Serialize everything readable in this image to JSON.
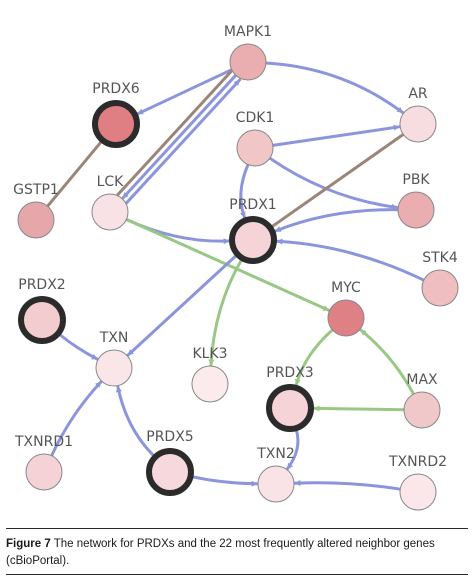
{
  "colors": {
    "interaction_edge": "#8b95dc",
    "expression_edge": "#98c884",
    "state_edge": "#9a8578",
    "query_node_ring": "#2b2b2b",
    "node_stroke": "#888888"
  },
  "nodes": [
    {
      "id": "MAPK1",
      "label": "MAPK1",
      "fill": "#eaaeb0",
      "query": false
    },
    {
      "id": "PRDX6",
      "label": "PRDX6",
      "fill": "#e07f83",
      "query": true
    },
    {
      "id": "AR",
      "label": "AR",
      "fill": "#f7dce0",
      "query": false
    },
    {
      "id": "CDK1",
      "label": "CDK1",
      "fill": "#f0c6c7",
      "query": false
    },
    {
      "id": "LCK",
      "label": "LCK",
      "fill": "#f9e2e5",
      "query": false
    },
    {
      "id": "GSTP1",
      "label": "GSTP1",
      "fill": "#e6a7aa",
      "query": false
    },
    {
      "id": "PBK",
      "label": "PBK",
      "fill": "#eaaeb1",
      "query": false
    },
    {
      "id": "PRDX1",
      "label": "PRDX1",
      "fill": "#f4d4d7",
      "query": true
    },
    {
      "id": "STK4",
      "label": "STK4",
      "fill": "#efbec1",
      "query": false
    },
    {
      "id": "PRDX2",
      "label": "PRDX2",
      "fill": "#f3ccd0",
      "query": true
    },
    {
      "id": "MYC",
      "label": "MYC",
      "fill": "#df8084",
      "query": false
    },
    {
      "id": "TXN",
      "label": "TXN",
      "fill": "#fae6e8",
      "query": false
    },
    {
      "id": "KLK3",
      "label": "KLK3",
      "fill": "#fbebed",
      "query": false
    },
    {
      "id": "PRDX3",
      "label": "PRDX3",
      "fill": "#f5d3d6",
      "query": true
    },
    {
      "id": "MAX",
      "label": "MAX",
      "fill": "#f1c8ca",
      "query": false
    },
    {
      "id": "TXNRD1",
      "label": "TXNRD1",
      "fill": "#f5d2d5",
      "query": false
    },
    {
      "id": "PRDX5",
      "label": "PRDX5",
      "fill": "#f7d8dc",
      "query": true
    },
    {
      "id": "TXN2",
      "label": "TXN2",
      "fill": "#fae3e6",
      "query": false
    },
    {
      "id": "TXNRD2",
      "label": "TXNRD2",
      "fill": "#fbe6e9",
      "query": false
    }
  ],
  "edges": [
    {
      "from": "MAPK1",
      "to": "PRDX6",
      "kind": "interaction"
    },
    {
      "from": "MAPK1",
      "to": "AR",
      "kind": "interaction"
    },
    {
      "from": "MAPK1",
      "to": "LCK",
      "kind": "interaction"
    },
    {
      "from": "LCK",
      "to": "MAPK1",
      "kind": "interaction"
    },
    {
      "from": "LCK",
      "to": "MAPK1",
      "kind": "state"
    },
    {
      "from": "PRDX6",
      "to": "GSTP1",
      "kind": "state"
    },
    {
      "from": "CDK1",
      "to": "AR",
      "kind": "interaction"
    },
    {
      "from": "CDK1",
      "to": "PBK",
      "kind": "interaction"
    },
    {
      "from": "CDK1",
      "to": "PRDX1",
      "kind": "interaction"
    },
    {
      "from": "AR",
      "to": "PRDX1",
      "kind": "state"
    },
    {
      "from": "LCK",
      "to": "PRDX1",
      "kind": "interaction"
    },
    {
      "from": "PBK",
      "to": "PRDX1",
      "kind": "interaction"
    },
    {
      "from": "STK4",
      "to": "PRDX1",
      "kind": "interaction"
    },
    {
      "from": "LCK",
      "to": "MYC",
      "kind": "expression"
    },
    {
      "from": "PRDX1",
      "to": "KLK3",
      "kind": "expression"
    },
    {
      "from": "PRDX1",
      "to": "TXN",
      "kind": "interaction"
    },
    {
      "from": "PRDX2",
      "to": "TXN",
      "kind": "interaction"
    },
    {
      "from": "TXNRD1",
      "to": "TXN",
      "kind": "interaction"
    },
    {
      "from": "PRDX5",
      "to": "TXN",
      "kind": "interaction"
    },
    {
      "from": "MYC",
      "to": "PRDX3",
      "kind": "expression"
    },
    {
      "from": "MAX",
      "to": "MYC",
      "kind": "expression"
    },
    {
      "from": "MAX",
      "to": "PRDX3",
      "kind": "expression"
    },
    {
      "from": "PRDX3",
      "to": "TXN2",
      "kind": "interaction"
    },
    {
      "from": "PRDX5",
      "to": "TXN2",
      "kind": "interaction"
    },
    {
      "from": "TXNRD2",
      "to": "TXN2",
      "kind": "interaction"
    }
  ],
  "caption": {
    "prefix": "Figure 7",
    "text": "The network for PRDXs and the 22 most frequently altered neighbor genes (cBioPortal)."
  }
}
